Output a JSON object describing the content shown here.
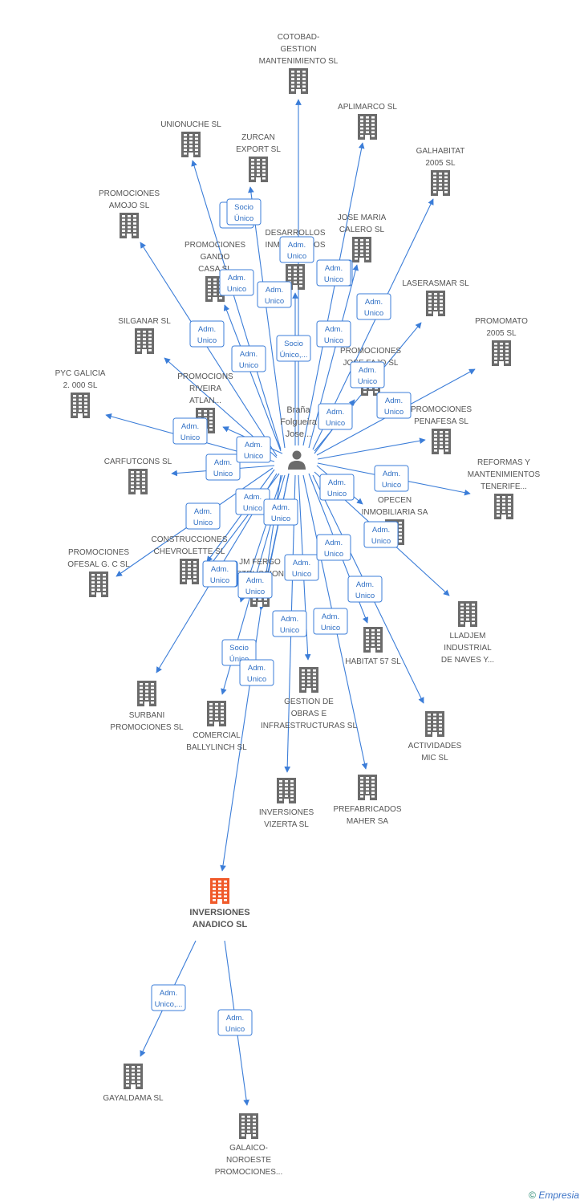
{
  "colors": {
    "edge": "#3b7dd8",
    "building": "#6b6b6b",
    "highlight": "#f05a2a",
    "label_border": "#3b7dd8"
  },
  "person": {
    "name_lines": [
      "Braña",
      "Folgueira",
      "Jose..."
    ],
    "icon": "person-icon"
  },
  "companies": [
    {
      "id": "cotobad",
      "lines": [
        "COTOBAD-",
        "GESTION",
        "MANTENIMIENTO SL"
      ]
    },
    {
      "id": "aplimarco",
      "lines": [
        "APLIMARCO SL"
      ]
    },
    {
      "id": "unionuche",
      "lines": [
        "UNIONUCHE SL"
      ]
    },
    {
      "id": "zurcan",
      "lines": [
        "ZURCAN",
        "EXPORT SL"
      ]
    },
    {
      "id": "galhabitat",
      "lines": [
        "GALHABITAT",
        "2005 SL"
      ]
    },
    {
      "id": "amojo",
      "lines": [
        "PROMOCIONES",
        "AMOJO SL"
      ]
    },
    {
      "id": "josemaria",
      "lines": [
        "JOSE MARIA",
        "CALERO SL"
      ]
    },
    {
      "id": "desarrollos",
      "lines": [
        "DESARROLLOS",
        "INMOBILIARIOS",
        "& IG..."
      ]
    },
    {
      "id": "gando",
      "lines": [
        "PROMOCIONES",
        "GANDO",
        "CASA SL"
      ]
    },
    {
      "id": "laserasmar",
      "lines": [
        "LASERASMAR SL"
      ]
    },
    {
      "id": "silganar",
      "lines": [
        "SILGANAR SL"
      ]
    },
    {
      "id": "promomato",
      "lines": [
        "PROMOMATO",
        "2005 SL"
      ]
    },
    {
      "id": "fajo",
      "lines": [
        "PROMOCIONES",
        "JOSE FAJO SL"
      ]
    },
    {
      "id": "riveira",
      "lines": [
        "PROMOCIONS",
        "RIVEIRA",
        "ATLAN..."
      ]
    },
    {
      "id": "pycgalicia",
      "lines": [
        "PYC GALICIA",
        "2. 000 SL"
      ]
    },
    {
      "id": "penafesa",
      "lines": [
        "PROMOCIONES",
        "PENAFESA SL"
      ]
    },
    {
      "id": "carfutcons",
      "lines": [
        "CARFUTCONS SL"
      ]
    },
    {
      "id": "reformas",
      "lines": [
        "REFORMAS Y",
        "MANTENIMIENTOS",
        "TENERIFE..."
      ]
    },
    {
      "id": "opecen",
      "lines": [
        "OPECEN",
        "INMOBILIARIA SA"
      ]
    },
    {
      "id": "chevrolette",
      "lines": [
        "CONSTRUCCIONES",
        "CHEVROLETTE SL"
      ]
    },
    {
      "id": "ofesal",
      "lines": [
        "PROMOCIONES",
        "OFESAL G. C SL"
      ]
    },
    {
      "id": "jmfergo",
      "lines": [
        "JM FERGO",
        "CONSTRUCCIONES..."
      ]
    },
    {
      "id": "lladjem",
      "lines": [
        "LLADJEM",
        "INDUSTRIAL",
        "DE NAVES Y..."
      ]
    },
    {
      "id": "habitat57",
      "lines": [
        "HABITAT 57 SL"
      ]
    },
    {
      "id": "surbani",
      "lines": [
        "SURBANI",
        "PROMOCIONES SL"
      ]
    },
    {
      "id": "ballylinch",
      "lines": [
        "COMERCIAL",
        "BALLYLINCH SL"
      ]
    },
    {
      "id": "gestionobras",
      "lines": [
        "GESTION DE",
        "OBRAS E",
        "INFRAESTRUCTURAS SL"
      ]
    },
    {
      "id": "actividades",
      "lines": [
        "ACTIVIDADES",
        "MIC SL"
      ]
    },
    {
      "id": "vizerta",
      "lines": [
        "INVERSIONES",
        "VIZERTA SL"
      ]
    },
    {
      "id": "maher",
      "lines": [
        "PREFABRICADOS",
        "MAHER SA"
      ]
    },
    {
      "id": "anadico",
      "lines": [
        "INVERSIONES",
        "ANADICO SL"
      ],
      "highlight": true
    },
    {
      "id": "gayaldama",
      "lines": [
        "GAYALDAMA SL"
      ]
    },
    {
      "id": "galaico",
      "lines": [
        "GALAICO-",
        "NOROESTE",
        "PROMOCIONES..."
      ]
    }
  ],
  "edges": [
    {
      "from": "person",
      "to": "cotobad",
      "label": [
        "Adm.",
        "Unico"
      ]
    },
    {
      "from": "person",
      "to": "aplimarco",
      "label": [
        "Adm.",
        "Unico"
      ]
    },
    {
      "from": "person",
      "to": "unionuche",
      "label": [
        "Adm.",
        "Unico"
      ]
    },
    {
      "from": "person",
      "to": "zurcan",
      "label": [
        "Socio",
        "Único"
      ]
    },
    {
      "from": "person",
      "to": "galhabitat",
      "label": [
        "Adm.",
        "Unico"
      ]
    },
    {
      "from": "person",
      "to": "amojo",
      "label": [
        "Adm.",
        "Unico"
      ]
    },
    {
      "from": "person",
      "to": "josemaria",
      "label": [
        "Adm.",
        "Unico"
      ]
    },
    {
      "from": "person",
      "to": "desarrollos",
      "label": [
        "Adm.",
        "Unico"
      ]
    },
    {
      "from": "person",
      "to": "gando",
      "label": [
        "Adm.",
        "Unico"
      ]
    },
    {
      "from": "person",
      "to": "laserasmar",
      "label": [
        "Adm.",
        "Unico"
      ]
    },
    {
      "from": "person",
      "to": "silganar",
      "label": [
        "Adm.",
        "Unico"
      ]
    },
    {
      "from": "person",
      "to": "promomato",
      "label": [
        "Adm.",
        "Unico"
      ]
    },
    {
      "from": "person",
      "to": "fajo",
      "label": [
        "Adm.",
        "Unico"
      ]
    },
    {
      "from": "person",
      "to": "riveira",
      "label": [
        "Socio",
        "Único,..."
      ]
    },
    {
      "from": "person",
      "to": "pycgalicia",
      "label": [
        "Adm.",
        "Unico"
      ]
    },
    {
      "from": "person",
      "to": "penafesa",
      "label": [
        "Adm.",
        "Unico"
      ]
    },
    {
      "from": "person",
      "to": "carfutcons",
      "label": [
        "Adm.",
        "Unico"
      ]
    },
    {
      "from": "person",
      "to": "reformas",
      "label": [
        "Adm.",
        "Unico"
      ]
    },
    {
      "from": "person",
      "to": "opecen",
      "label": [
        "Adm.",
        "Unico"
      ]
    },
    {
      "from": "person",
      "to": "chevrolette",
      "label": [
        "Adm.",
        "Unico"
      ]
    },
    {
      "from": "person",
      "to": "ofesal",
      "label": [
        "Adm.",
        "Unico"
      ]
    },
    {
      "from": "person",
      "to": "jmfergo",
      "label": [
        "Adm.",
        "Unico"
      ]
    },
    {
      "from": "person",
      "to": "lladjem",
      "label": [
        "Adm.",
        "Unico"
      ]
    },
    {
      "from": "person",
      "to": "habitat57",
      "label": [
        "Adm.",
        "Unico"
      ]
    },
    {
      "from": "person",
      "to": "surbani",
      "label": [
        "Adm.",
        "Unico"
      ]
    },
    {
      "from": "person",
      "to": "ballylinch",
      "label": [
        "Socio",
        "Único"
      ]
    },
    {
      "from": "person",
      "to": "gestionobras",
      "label": [
        "Adm.",
        "Unico"
      ]
    },
    {
      "from": "person",
      "to": "actividades",
      "label": [
        "Adm.",
        "Unico"
      ]
    },
    {
      "from": "person",
      "to": "vizerta",
      "label": [
        "Adm.",
        "Unico"
      ]
    },
    {
      "from": "person",
      "to": "maher",
      "label": [
        "Adm.",
        "Unico"
      ]
    },
    {
      "from": "person",
      "to": "anadico",
      "label": [
        "Adm.",
        "Unico"
      ]
    },
    {
      "from": "person",
      "to": "gando2",
      "label": [
        "Adm.",
        "Unico"
      ]
    },
    {
      "from": "person",
      "to": "chevrolette2",
      "label": [
        "Adm.",
        "Unico"
      ]
    },
    {
      "from": "person",
      "to": "jmfergo2",
      "label": [
        "Adm.",
        "Unico"
      ]
    },
    {
      "from": "anadico",
      "to": "gayaldama",
      "label": [
        "Adm.",
        "Unico,..."
      ]
    },
    {
      "from": "anadico",
      "to": "galaico",
      "label": [
        "Adm.",
        "Unico"
      ]
    }
  ],
  "footer": {
    "copyright": "©",
    "brand": "Empresia"
  }
}
